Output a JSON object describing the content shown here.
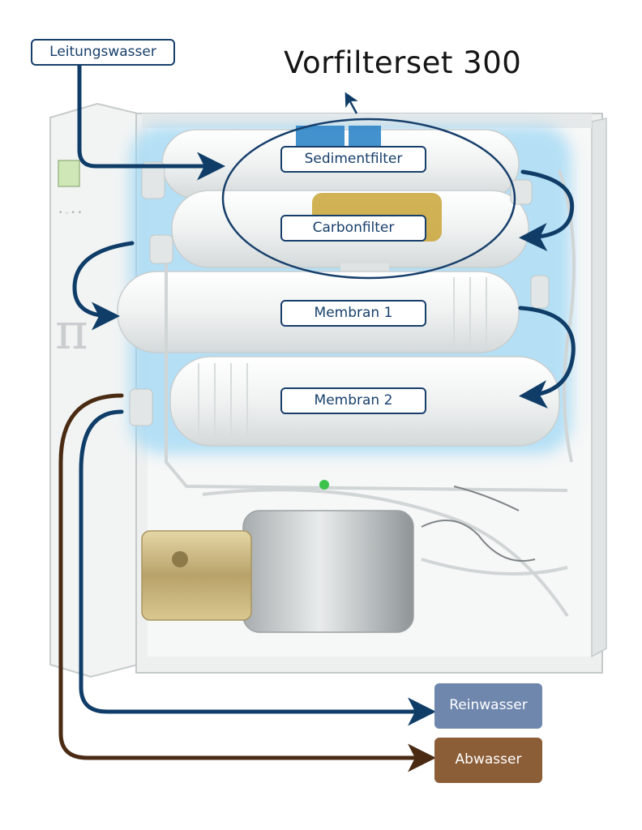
{
  "title": "Vorfilterset 300",
  "labels": {
    "leitungswasser": "Leitungswasser",
    "sedimentfilter": "Sedimentfilter",
    "carbonfilter": "Carbonfilter",
    "membran1": "Membran 1",
    "membran2": "Membran 2"
  },
  "outputs": {
    "reinwasser": "Reinwasser",
    "abwasser": "Abwasser"
  },
  "device_display": {
    "pi_symbol": "π",
    "dots": "• – • •"
  },
  "colors": {
    "flow_blue": "#0f3d68",
    "flow_brown": "#4a2a12",
    "reinwasser_box": "#6f87ad",
    "abwasser_box": "#8b5e38",
    "glow": "#9fd8f5",
    "sediment_band": "#2f86c8",
    "carbon_band": "#c9a437"
  }
}
